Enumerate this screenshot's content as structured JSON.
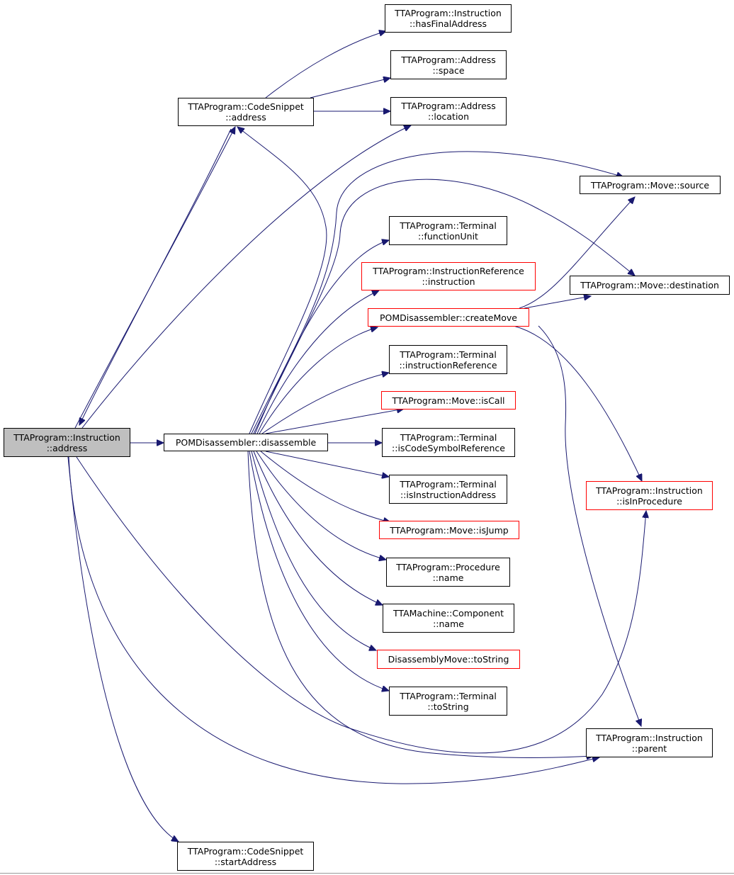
{
  "graph": {
    "edge_color": "#191970",
    "normal_border_color": "#000000",
    "truncated_border_color": "#ff0000",
    "focus_fill": "#bfbfbf",
    "nodes": {
      "instruction_address": {
        "line1": "TTAProgram::Instruction",
        "line2": "::address"
      },
      "codesnippet_address": {
        "line1": "TTAProgram::CodeSnippet",
        "line2": "::address"
      },
      "pom_disassemble": {
        "line1": "POMDisassembler::disassemble"
      },
      "codesnippet_startaddress": {
        "line1": "TTAProgram::CodeSnippet",
        "line2": "::startAddress"
      },
      "instruction_hasfinaladdress": {
        "line1": "TTAProgram::Instruction",
        "line2": "::hasFinalAddress"
      },
      "address_space": {
        "line1": "TTAProgram::Address",
        "line2": "::space"
      },
      "address_location": {
        "line1": "TTAProgram::Address",
        "line2": "::location"
      },
      "move_source": {
        "line1": "TTAProgram::Move::source"
      },
      "terminal_functionunit": {
        "line1": "TTAProgram::Terminal",
        "line2": "::functionUnit"
      },
      "instructionreference_instruction": {
        "line1": "TTAProgram::InstructionReference",
        "line2": "::instruction"
      },
      "move_destination": {
        "line1": "TTAProgram::Move::destination"
      },
      "pom_createmove": {
        "line1": "POMDisassembler::createMove"
      },
      "terminal_instructionreference": {
        "line1": "TTAProgram::Terminal",
        "line2": "::instructionReference"
      },
      "move_iscall": {
        "line1": "TTAProgram::Move::isCall"
      },
      "terminal_iscodesymbolreference": {
        "line1": "TTAProgram::Terminal",
        "line2": "::isCodeSymbolReference"
      },
      "terminal_isinstructionaddress": {
        "line1": "TTAProgram::Terminal",
        "line2": "::isInstructionAddress"
      },
      "move_isjump": {
        "line1": "TTAProgram::Move::isJump"
      },
      "procedure_name": {
        "line1": "TTAProgram::Procedure",
        "line2": "::name"
      },
      "component_name": {
        "line1": "TTAMachine::Component",
        "line2": "::name"
      },
      "disassemblymove_tostring": {
        "line1": "DisassemblyMove::toString"
      },
      "terminal_tostring": {
        "line1": "TTAProgram::Terminal",
        "line2": "::toString"
      },
      "instruction_isinprocedure": {
        "line1": "TTAProgram::Instruction",
        "line2": "::isInProcedure"
      },
      "instruction_parent": {
        "line1": "TTAProgram::Instruction",
        "line2": "::parent"
      }
    }
  }
}
